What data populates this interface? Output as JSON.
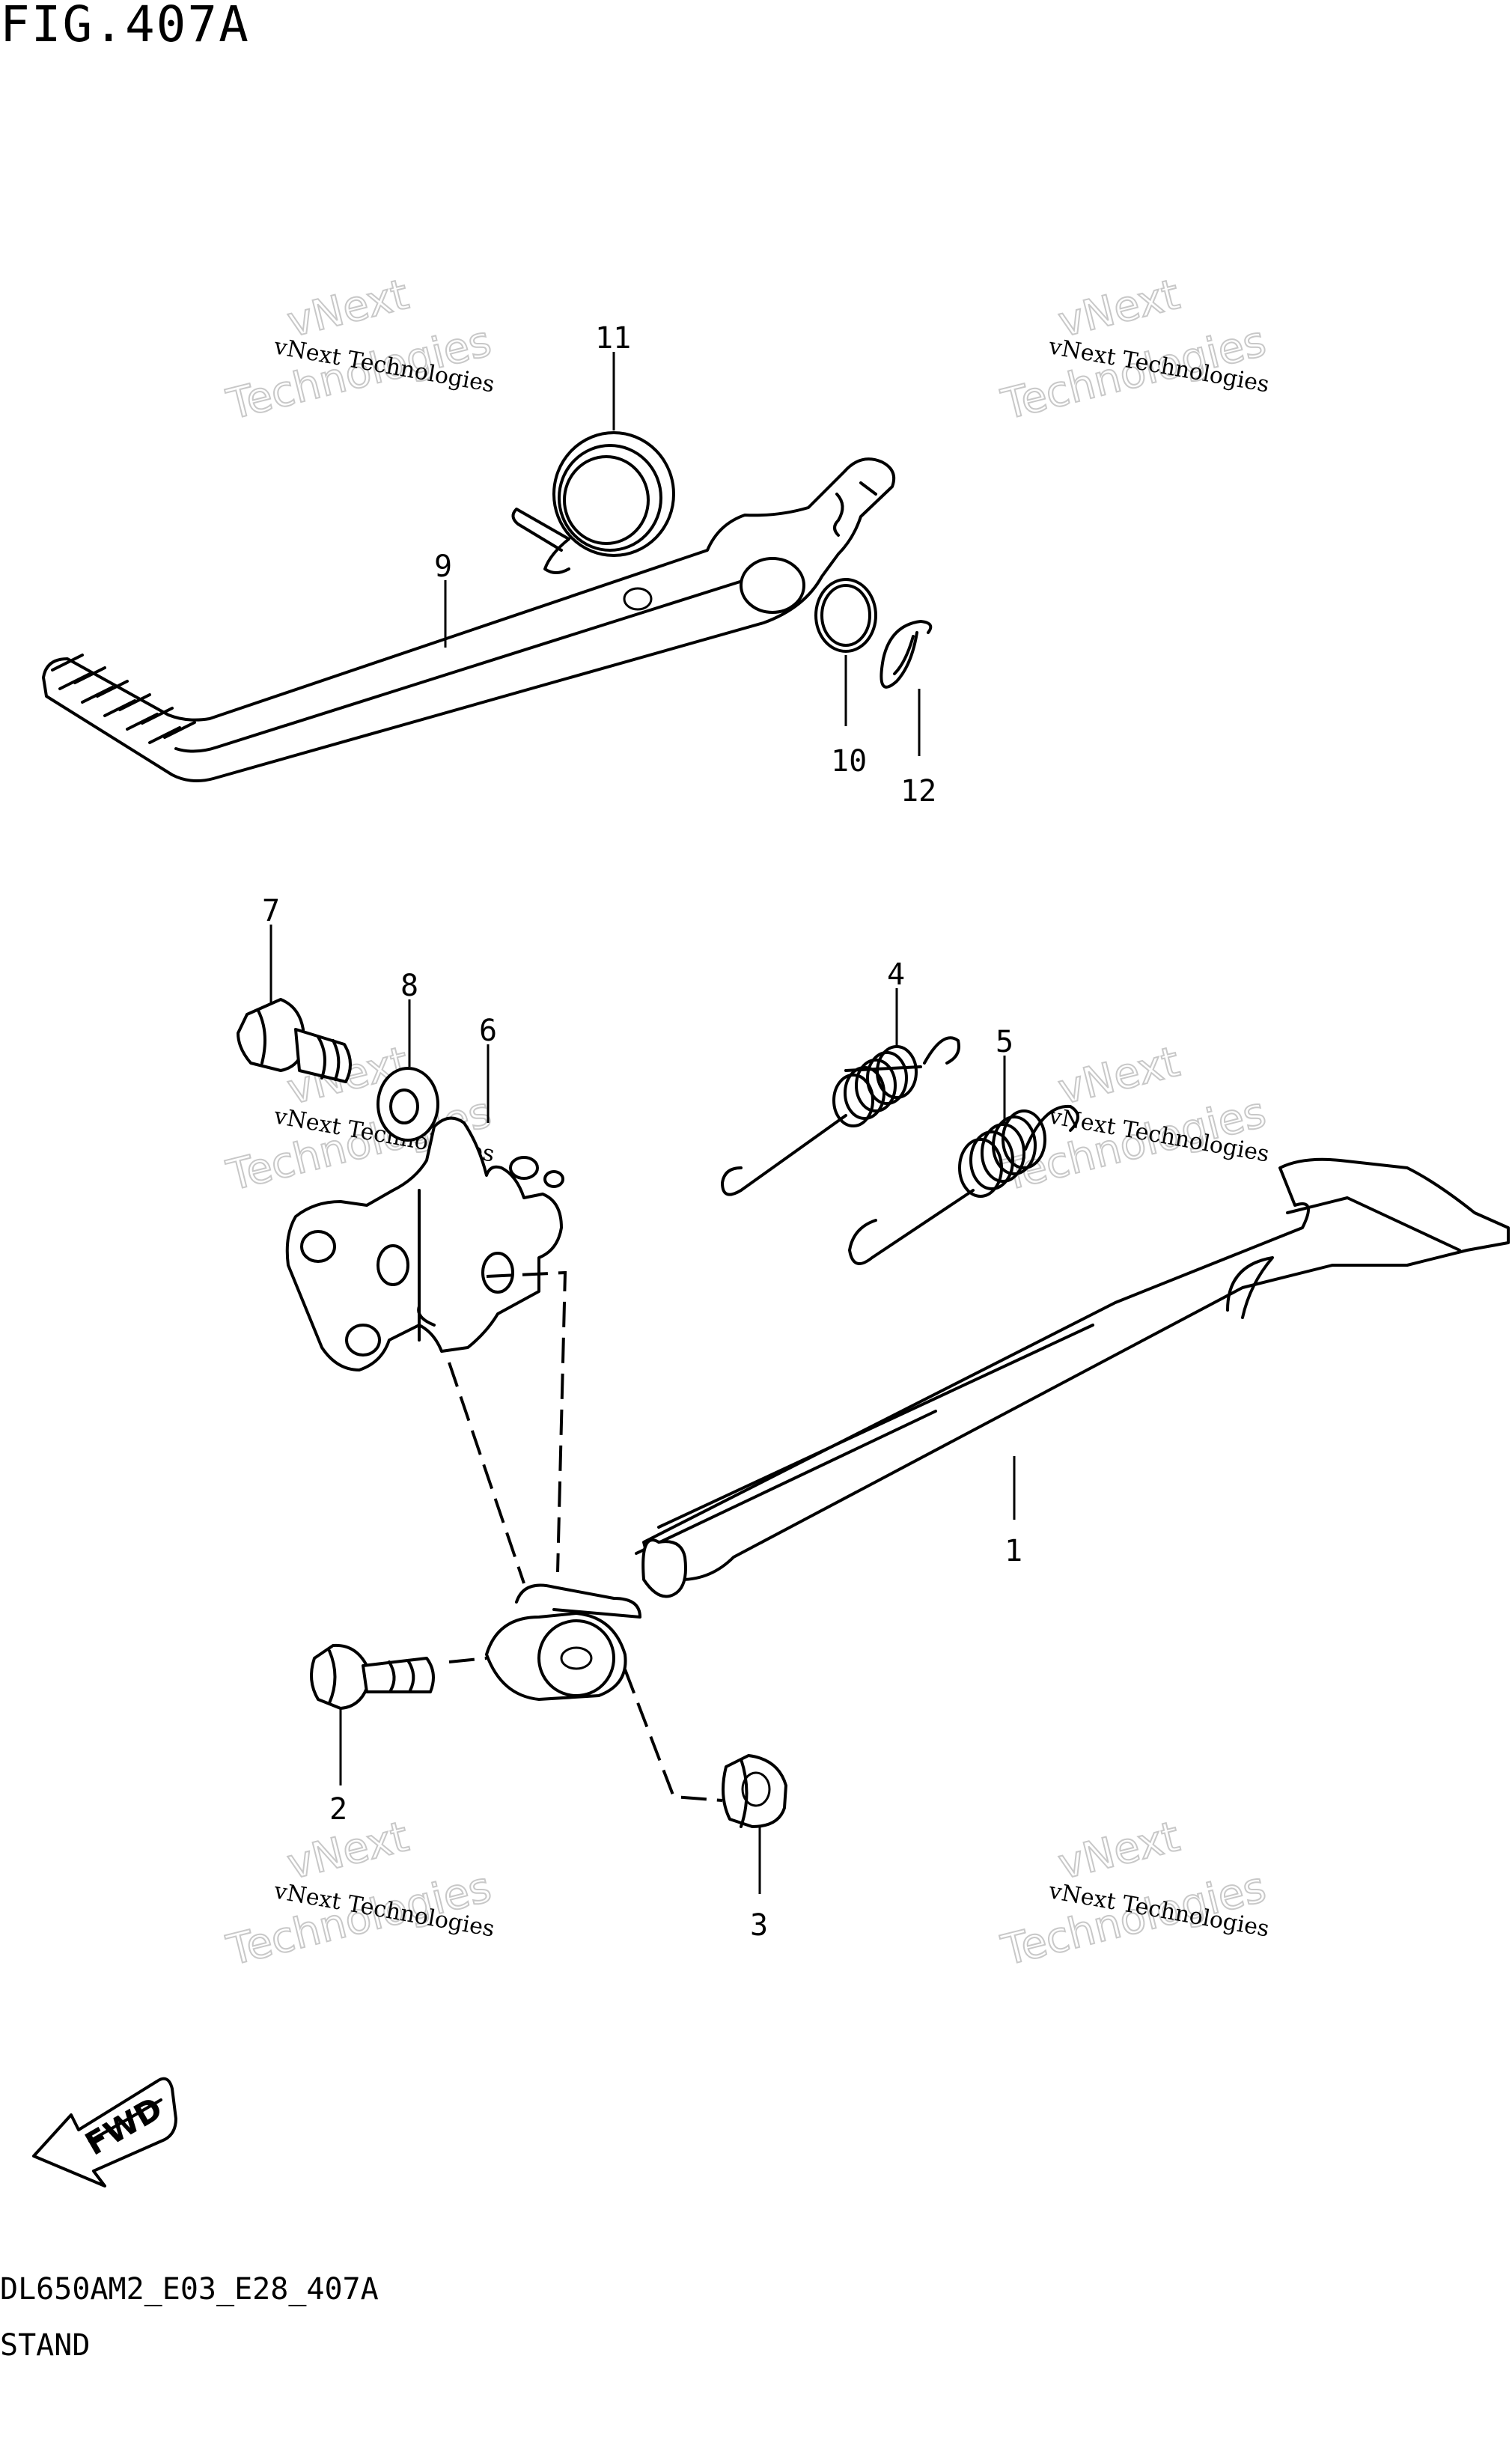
{
  "figure": {
    "title": "FIG.407A",
    "code": "DL650AM2_E03_E28_407A",
    "name": "STAND"
  },
  "watermark": {
    "small": "vNext Technologies",
    "big_line1": "vNext",
    "big_line2": "Technologies"
  },
  "fwd_label": "FWD",
  "callouts": {
    "p1": "1",
    "p2": "2",
    "p3": "3",
    "p4": "4",
    "p5": "5",
    "p6": "6",
    "p7": "7",
    "p8": "8",
    "p9": "9",
    "p10": "10",
    "p11": "11",
    "p12": "12"
  },
  "parts": [
    {
      "number": "1",
      "name": "side-stand"
    },
    {
      "number": "2",
      "name": "stand-bolt"
    },
    {
      "number": "3",
      "name": "nut"
    },
    {
      "number": "4",
      "name": "spring"
    },
    {
      "number": "5",
      "name": "spring"
    },
    {
      "number": "6",
      "name": "stand-bracket"
    },
    {
      "number": "7",
      "name": "bolt"
    },
    {
      "number": "8",
      "name": "washer"
    },
    {
      "number": "9",
      "name": "brake-pedal"
    },
    {
      "number": "10",
      "name": "o-ring"
    },
    {
      "number": "11",
      "name": "return-spring"
    },
    {
      "number": "12",
      "name": "circlip"
    }
  ]
}
